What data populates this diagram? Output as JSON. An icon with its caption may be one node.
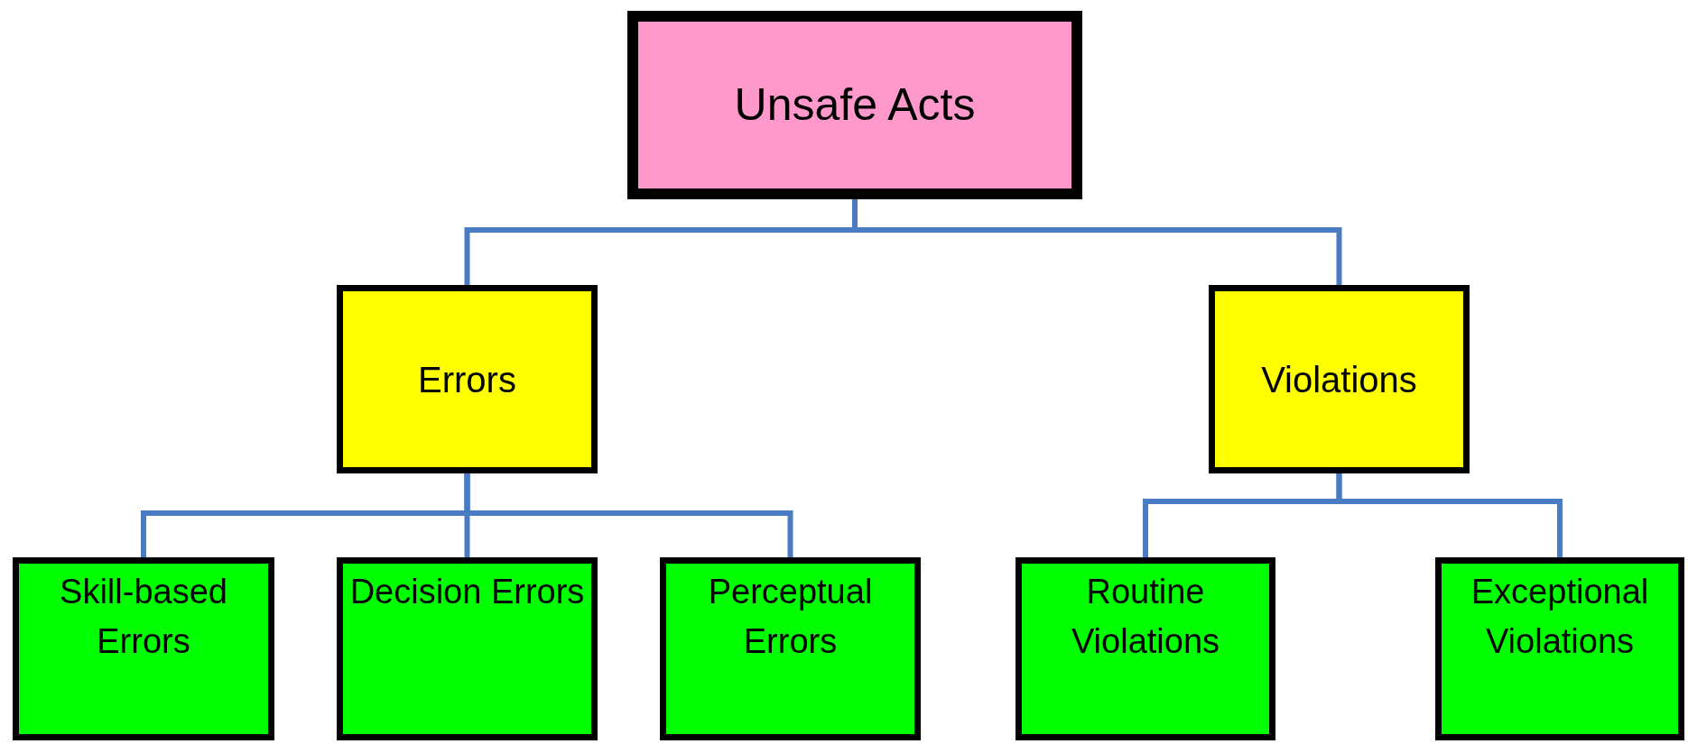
{
  "diagram": {
    "nodes": [
      {
        "text": [
          "Unsafe Acts"
        ]
      },
      {
        "text": [
          "Errors"
        ]
      },
      {
        "text": [
          "Violations"
        ]
      },
      {
        "text": [
          "Skill-based Errors"
        ]
      },
      {
        "text": [
          "Decision Errors"
        ]
      },
      {
        "text": [
          "Perceptual Errors"
        ]
      },
      {
        "text": [
          "Routine Violations"
        ]
      },
      {
        "text": [
          "Exceptional Violations"
        ]
      }
    ],
    "edges": [
      {
        "from": 0,
        "to": 1,
        "arrow": "none"
      },
      {
        "from": 0,
        "to": 2,
        "arrow": "none"
      },
      {
        "from": 1,
        "to": 3,
        "arrow": "none"
      },
      {
        "from": 1,
        "to": 4,
        "arrow": "none"
      },
      {
        "from": 1,
        "to": 5,
        "arrow": "none"
      },
      {
        "from": 2,
        "to": 6,
        "arrow": "none"
      },
      {
        "from": 2,
        "to": 7,
        "arrow": "none"
      }
    ]
  }
}
